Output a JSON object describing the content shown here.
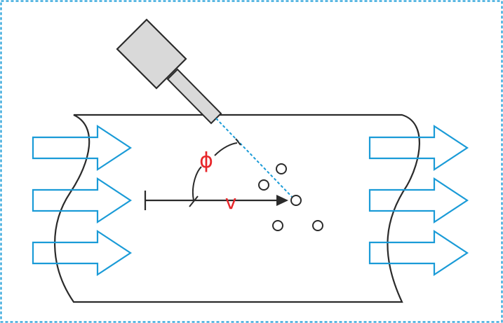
{
  "labels": {
    "angle": "ϕ",
    "velocity": "v"
  },
  "colors": {
    "frame": "#1a9bd7",
    "arrows": "#1a9bd7",
    "beam": "#1a9bd7",
    "label": "#e8262a",
    "outline": "#2b2b2b",
    "probe_fill": "#d9d9d9"
  },
  "flow_arrows": {
    "inlet_count": 3,
    "outlet_count": 3
  },
  "particle_count": 5
}
